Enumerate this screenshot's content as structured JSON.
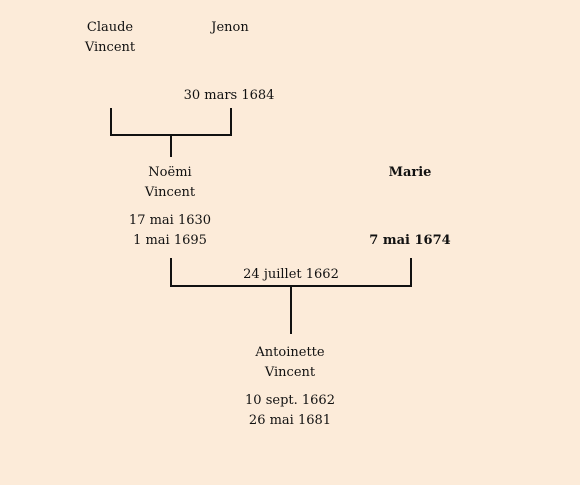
{
  "grandparents": {
    "father": {
      "first": "Claude",
      "last": "Vincent"
    },
    "mother": {
      "first": "Jenon"
    },
    "marriage_date": "30 mars 1684"
  },
  "couple": {
    "husband": {
      "first": "Noëmi",
      "last": "Vincent",
      "born": "17 mai 1630",
      "died": "1 mai 1695"
    },
    "wife": {
      "first": "Marie",
      "date": "7 mai 1674"
    },
    "marriage_date": "24 juillet 1662"
  },
  "child": {
    "first": "Antoinette",
    "last": "Vincent",
    "born": "10 sept. 1662",
    "died": "26 mai 1681"
  },
  "colors": {
    "background": "#fcebd9",
    "line": "#111111"
  }
}
